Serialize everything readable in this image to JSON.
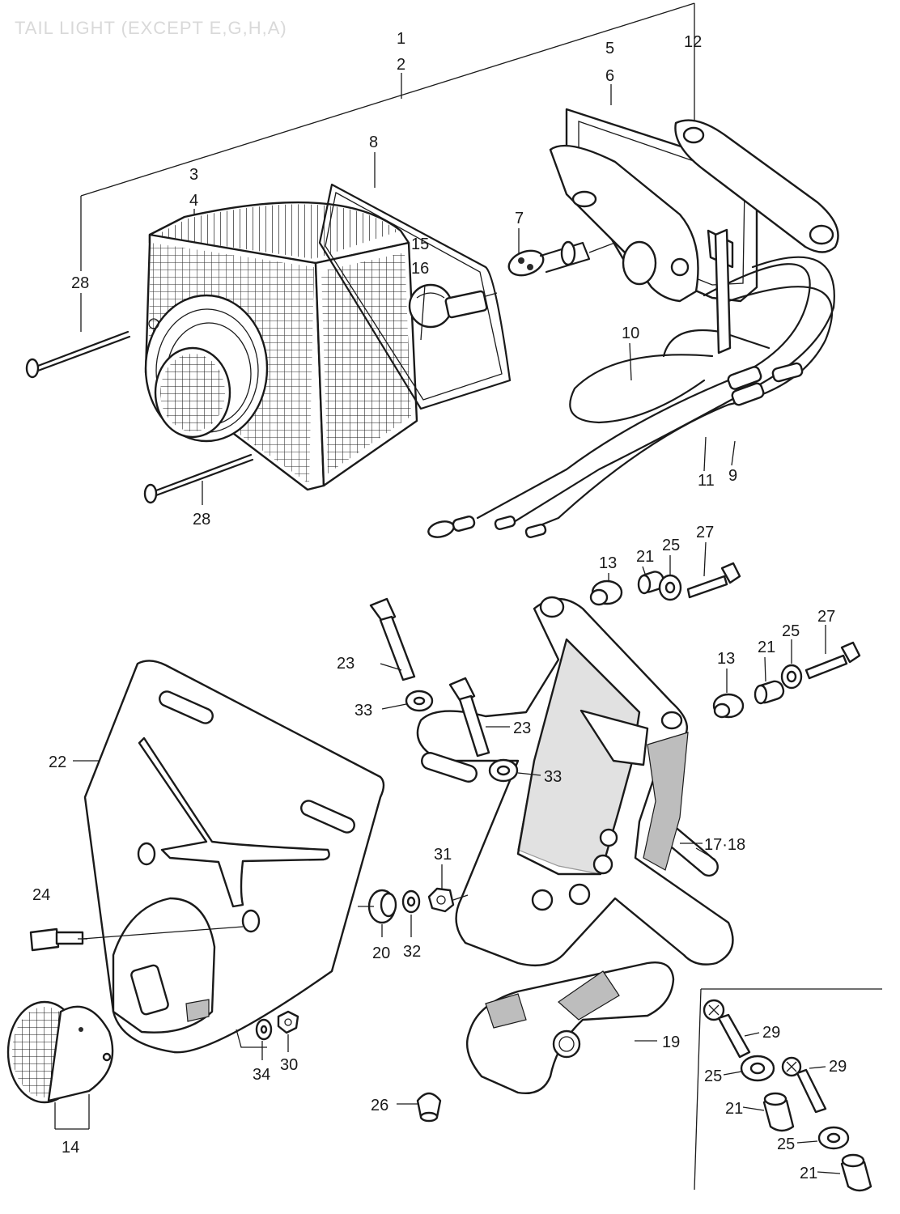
{
  "title": "TAIL LIGHT (EXCEPT E,G,H,A)",
  "callouts": [
    {
      "id": "c1",
      "label": "1"
    },
    {
      "id": "c2",
      "label": "2"
    },
    {
      "id": "c3",
      "label": "3"
    },
    {
      "id": "c4",
      "label": "4"
    },
    {
      "id": "c5",
      "label": "5"
    },
    {
      "id": "c6",
      "label": "6"
    },
    {
      "id": "c7",
      "label": "7"
    },
    {
      "id": "c8",
      "label": "8"
    },
    {
      "id": "c9",
      "label": "9"
    },
    {
      "id": "c10",
      "label": "10"
    },
    {
      "id": "c11",
      "label": "11"
    },
    {
      "id": "c12",
      "label": "12"
    },
    {
      "id": "c13a",
      "label": "13"
    },
    {
      "id": "c13b",
      "label": "13"
    },
    {
      "id": "c14",
      "label": "14"
    },
    {
      "id": "c15",
      "label": "15"
    },
    {
      "id": "c16",
      "label": "16"
    },
    {
      "id": "c1718",
      "label": "17·18"
    },
    {
      "id": "c19",
      "label": "19"
    },
    {
      "id": "c20",
      "label": "20"
    },
    {
      "id": "c21a",
      "label": "21"
    },
    {
      "id": "c21b",
      "label": "21"
    },
    {
      "id": "c21c",
      "label": "21"
    },
    {
      "id": "c21d",
      "label": "21"
    },
    {
      "id": "c22",
      "label": "22"
    },
    {
      "id": "c23a",
      "label": "23"
    },
    {
      "id": "c23b",
      "label": "23"
    },
    {
      "id": "c24",
      "label": "24"
    },
    {
      "id": "c25a",
      "label": "25"
    },
    {
      "id": "c25b",
      "label": "25"
    },
    {
      "id": "c25c",
      "label": "25"
    },
    {
      "id": "c25d",
      "label": "25"
    },
    {
      "id": "c26",
      "label": "26"
    },
    {
      "id": "c27a",
      "label": "27"
    },
    {
      "id": "c27b",
      "label": "27"
    },
    {
      "id": "c28a",
      "label": "28"
    },
    {
      "id": "c28b",
      "label": "28"
    },
    {
      "id": "c29a",
      "label": "29"
    },
    {
      "id": "c29b",
      "label": "29"
    },
    {
      "id": "c30",
      "label": "30"
    },
    {
      "id": "c31",
      "label": "31"
    },
    {
      "id": "c32",
      "label": "32"
    },
    {
      "id": "c33a",
      "label": "33"
    },
    {
      "id": "c33b",
      "label": "33"
    },
    {
      "id": "c34",
      "label": "34"
    }
  ]
}
